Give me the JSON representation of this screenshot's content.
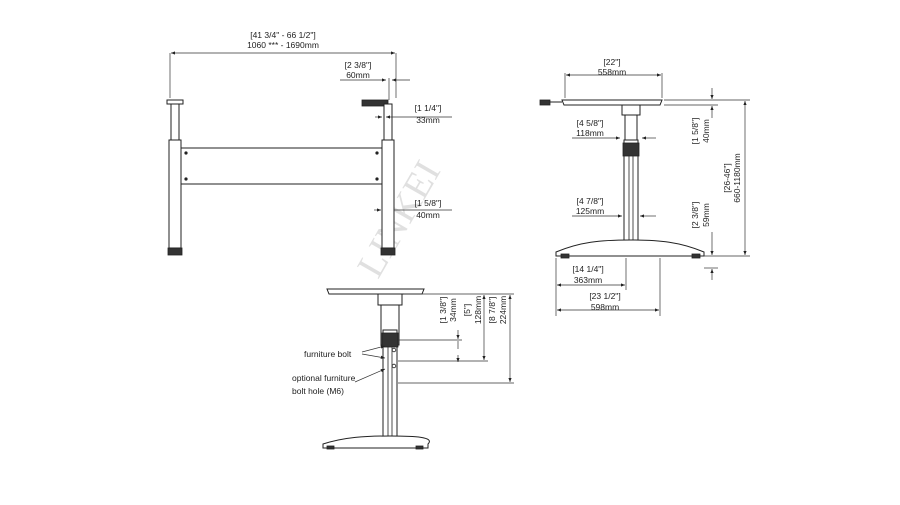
{
  "front_view": {
    "width_in": "[41 3/4\" - 66 1/2\"]",
    "width_mm": "1060 *** - 1690mm",
    "foot_offset_in": "[2 3/8\"]",
    "foot_offset_mm": "60mm",
    "bracket_in": "[1 1/4\"]",
    "bracket_mm": "33mm",
    "leg_in": "[1 5/8\"]",
    "leg_mm": "40mm"
  },
  "side_view": {
    "top_depth_in": "[22\"]",
    "top_depth_mm": "558mm",
    "upper_in": "[4 5/8\"]",
    "upper_mm": "118mm",
    "column_in": "[4 7/8\"]",
    "column_mm": "125mm",
    "base_in": "[14 1/4\"]",
    "base_mm": "363mm",
    "foot_in": "[23 1/2\"]",
    "foot_mm": "598mm",
    "top_thk_in": "[1 5/8\"]",
    "top_thk_mm": "40mm",
    "foot_h_in": "[2 3/8\"]",
    "foot_h_mm": "59mm",
    "height_in": "[26-46\"]",
    "height_mm": "660-1180mm"
  },
  "detail_view": {
    "bolt_label": "furniture bolt",
    "hole_label_1": "optional furniture",
    "hole_label_2": "bolt hole (M6)",
    "d1_in": "[1 3/8\"]",
    "d1_mm": "34mm",
    "d2_in": "[5\"]",
    "d2_mm": "128mm",
    "d3_in": "[8 7/8\"]",
    "d3_mm": "224mm"
  },
  "watermark": "LINKEI",
  "icons": {
    "arrow": "arrowhead-icon"
  }
}
